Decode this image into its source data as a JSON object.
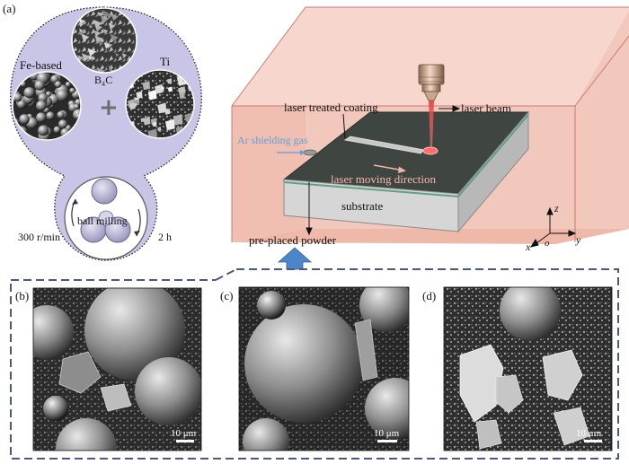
{
  "figure": {
    "panel_labels": {
      "a": "(a)",
      "b": "(b)",
      "c": "(c)",
      "d": "(d)"
    },
    "powders": {
      "left": "Fe-based",
      "center": "B₄C",
      "right": "Ti",
      "plus": "+"
    },
    "milling": {
      "label": "ball milling",
      "speed": "300 r/min",
      "time": "2 h"
    },
    "process": {
      "coating": "laser treated coating",
      "beam": "laser beam",
      "gas": "Ar shielding gas",
      "direction": "laser moving direction",
      "substrate": "substrate",
      "powder": "pre-placed powder"
    },
    "axes": {
      "z": "z",
      "x": "x",
      "y": "y",
      "origin": "o"
    },
    "scale_bars": {
      "b": "10 μm",
      "c": "10 μm",
      "d": "10 μm"
    },
    "colors": {
      "lavender": "#c9c5e6",
      "chamber": "#f2c8bd",
      "plate_top": "#3f4641",
      "plate_side": "#d6d6d6",
      "laser": "#e23b3b",
      "arrow_blue": "#4a86c8",
      "gas_text": "#5ea0d8",
      "direction_text": "#f1b7a8",
      "dash": "#4b5785"
    }
  }
}
